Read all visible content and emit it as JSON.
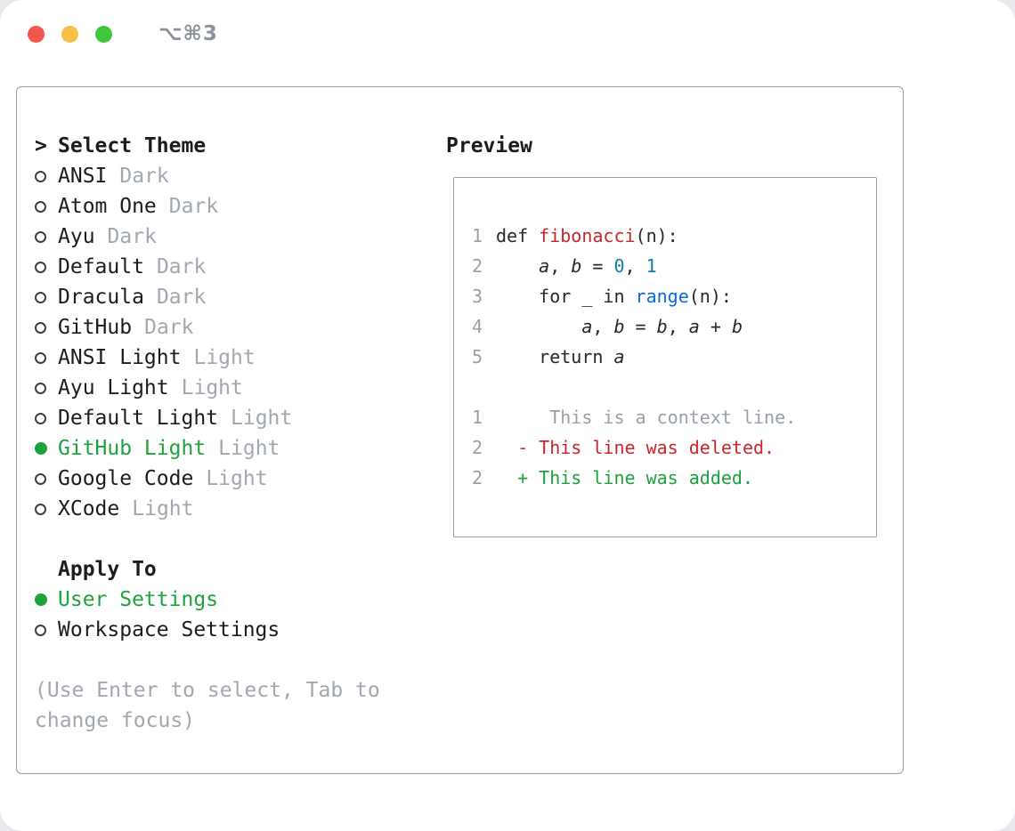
{
  "window": {
    "shortcut": "⌥⌘3"
  },
  "colors": {
    "accent_green": "#1ea33c",
    "muted_gray": "#a2a8af",
    "border_gray": "#97a0aa",
    "code_red": "#cb252c",
    "code_teal": "#0b7fa5",
    "code_blue": "#0969da",
    "traffic_red": "#f2574d",
    "traffic_yellow": "#f7bf45",
    "traffic_green": "#3fc63a"
  },
  "theme_selector": {
    "prompt": ">",
    "title": "Select Theme",
    "items": [
      {
        "name": "ANSI",
        "variant": "Dark",
        "selected": false
      },
      {
        "name": "Atom One",
        "variant": "Dark",
        "selected": false
      },
      {
        "name": "Ayu",
        "variant": "Dark",
        "selected": false
      },
      {
        "name": "Default",
        "variant": "Dark",
        "selected": false
      },
      {
        "name": "Dracula",
        "variant": "Dark",
        "selected": false
      },
      {
        "name": "GitHub",
        "variant": "Dark",
        "selected": false
      },
      {
        "name": "ANSI Light",
        "variant": "Light",
        "selected": false
      },
      {
        "name": "Ayu Light",
        "variant": "Light",
        "selected": false
      },
      {
        "name": "Default Light",
        "variant": "Light",
        "selected": false
      },
      {
        "name": "GitHub Light",
        "variant": "Light",
        "selected": true
      },
      {
        "name": "Google Code",
        "variant": "Light",
        "selected": false
      },
      {
        "name": "XCode",
        "variant": "Light",
        "selected": false
      }
    ]
  },
  "apply_to": {
    "title": "Apply To",
    "options": [
      {
        "label": "User Settings",
        "selected": true
      },
      {
        "label": "Workspace Settings",
        "selected": false
      }
    ]
  },
  "hint": {
    "text": "(Use Enter to select, Tab to\nchange focus)"
  },
  "preview": {
    "title": "Preview",
    "code_lines": [
      {
        "num": "1",
        "segments": [
          {
            "t": "def ",
            "c": "plain"
          },
          {
            "t": "fibonacci",
            "c": "red"
          },
          {
            "t": "(n):",
            "c": "plain"
          }
        ]
      },
      {
        "num": "2",
        "segments": [
          {
            "t": "    ",
            "c": "plain"
          },
          {
            "t": "a",
            "c": "var"
          },
          {
            "t": ", ",
            "c": "plain"
          },
          {
            "t": "b",
            "c": "var"
          },
          {
            "t": " = ",
            "c": "plain"
          },
          {
            "t": "0",
            "c": "num"
          },
          {
            "t": ", ",
            "c": "plain"
          },
          {
            "t": "1",
            "c": "num"
          }
        ]
      },
      {
        "num": "3",
        "segments": [
          {
            "t": "    for _ in ",
            "c": "plain"
          },
          {
            "t": "range",
            "c": "blue"
          },
          {
            "t": "(n):",
            "c": "plain"
          }
        ]
      },
      {
        "num": "4",
        "segments": [
          {
            "t": "        ",
            "c": "plain"
          },
          {
            "t": "a",
            "c": "var"
          },
          {
            "t": ", ",
            "c": "plain"
          },
          {
            "t": "b",
            "c": "var"
          },
          {
            "t": " = ",
            "c": "plain"
          },
          {
            "t": "b",
            "c": "var"
          },
          {
            "t": ", ",
            "c": "plain"
          },
          {
            "t": "a",
            "c": "var"
          },
          {
            "t": " + ",
            "c": "plain"
          },
          {
            "t": "b",
            "c": "var"
          }
        ]
      },
      {
        "num": "5",
        "segments": [
          {
            "t": "    return ",
            "c": "plain"
          },
          {
            "t": "a",
            "c": "var"
          }
        ]
      }
    ],
    "diff_lines": [
      {
        "num": "1",
        "segments": [
          {
            "t": "     This is a context line.",
            "c": "gray"
          }
        ]
      },
      {
        "num": "2",
        "segments": [
          {
            "t": "  - This line was deleted.",
            "c": "del"
          }
        ]
      },
      {
        "num": "2",
        "segments": [
          {
            "t": "  + This line was added.",
            "c": "add"
          }
        ]
      }
    ]
  }
}
